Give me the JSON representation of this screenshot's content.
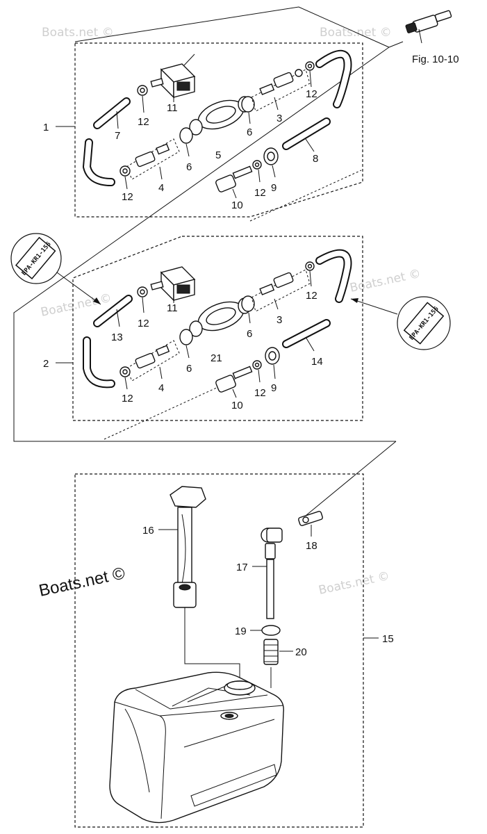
{
  "figure_ref": "Fig. 10-10",
  "watermarks": {
    "main": "Boats.net ©",
    "faint": "Boats.net ©"
  },
  "stamps": {
    "left": "EPA-KR1-156",
    "right": "EPA-KR1-156"
  },
  "callouts": {
    "assy_1": "1",
    "assy_2": "2",
    "tank": "15",
    "group1": {
      "hose_7": "7",
      "nut_12a": "12",
      "primer_11": "11",
      "bulb_5": "5",
      "conn_6": "6",
      "conn_3": "3",
      "nut_12b": "12",
      "hose_8": "8",
      "conn_4": "4",
      "nut_12c": "12",
      "conn_6b": "6",
      "nut_12d": "12",
      "nut_9": "9",
      "fitting_10": "10"
    },
    "group2": {
      "hose_13": "13",
      "nut_12a": "12",
      "primer_11": "11",
      "bulb_21": "21",
      "conn_6": "6",
      "conn_3": "3",
      "nut_12b": "12",
      "hose_14": "14",
      "conn_4": "4",
      "nut_12c": "12",
      "conn_6b": "6",
      "nut_12d": "12",
      "nut_9": "9",
      "fitting_10": "10"
    },
    "tank_parts": {
      "gauge_16": "16",
      "elbow_17": "17",
      "fitting_18": "18",
      "oring_19": "19",
      "filter_20": "20"
    }
  }
}
